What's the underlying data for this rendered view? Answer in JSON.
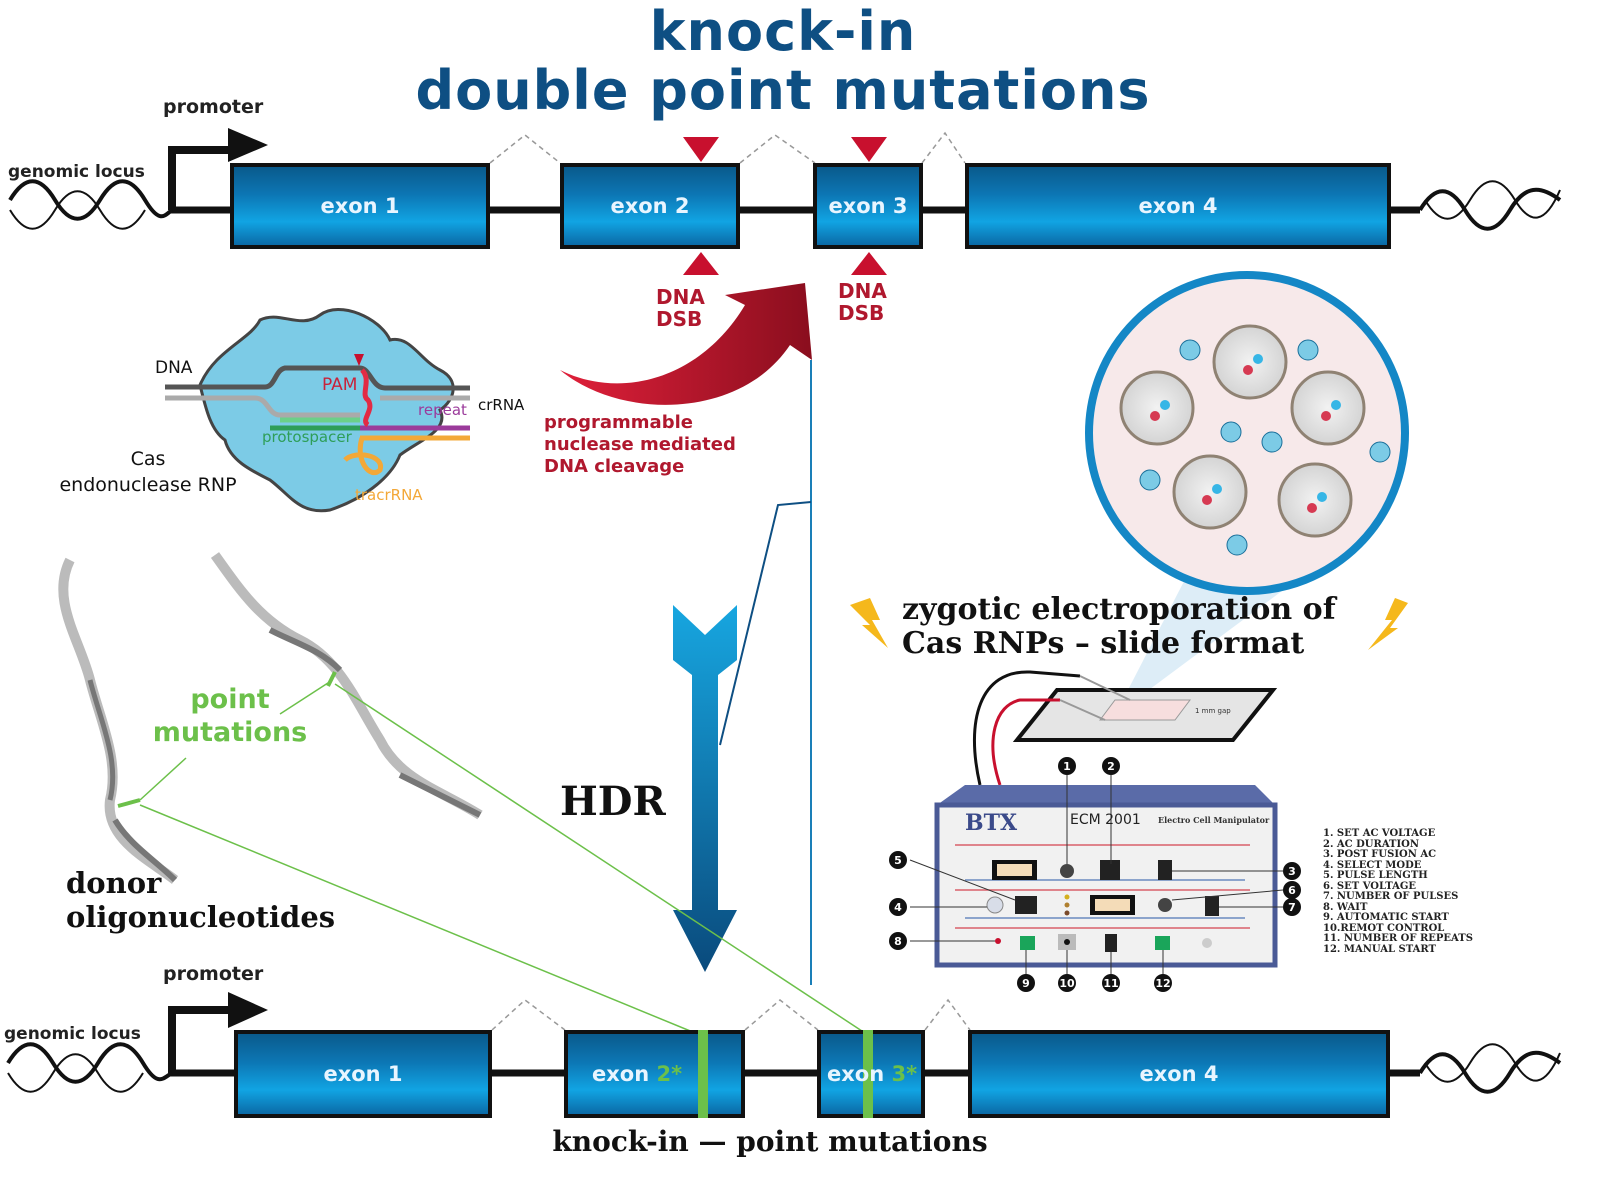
{
  "title": {
    "line1": "knock-in",
    "line2": "double point mutations",
    "color": "#0e4f83"
  },
  "top_gene": {
    "promoter_label": "promoter",
    "locus_label": "genomic locus",
    "exons": [
      "exon 1",
      "exon 2",
      "exon 3",
      "exon 4"
    ],
    "cut_sites": [
      {
        "exon": "exon 2",
        "label_line1": "DNA",
        "label_line2": "DSB"
      },
      {
        "exon": "exon 3",
        "label_line1": "DNA",
        "label_line2": "DSB"
      }
    ]
  },
  "cas_rnp": {
    "dna_label": "DNA",
    "pam_label": "PAM",
    "repeat_label": "repeat",
    "crrna_label": "crRNA",
    "protospacer_label": "protospacer",
    "tracrrna_label": "tracrRNA",
    "name_line1": "Cas",
    "name_line2": "endonuclease RNP"
  },
  "cleavage": {
    "line1": "programmable",
    "line2": "nuclease mediated",
    "line3": "DNA cleavage"
  },
  "donor": {
    "mutations_line1": "point",
    "mutations_line2": "mutations",
    "name_line1": "donor",
    "name_line2": "oligonucleotides"
  },
  "hdr": {
    "label": "HDR"
  },
  "electroporation": {
    "title_line1": "zygotic electroporation of",
    "title_line2": "Cas RNPs – slide format",
    "gap_label": "1 mm gap",
    "device_brand": "BTX",
    "device_model": "ECM 2001",
    "device_name": "Electro Cell Manipulator",
    "callouts": [
      "1",
      "2",
      "3",
      "4",
      "5",
      "6",
      "7",
      "8",
      "9",
      "10",
      "11",
      "12"
    ],
    "legend": [
      "1. SET AC VOLTAGE",
      "2. AC DURATION",
      "3. POST FUSION AC",
      "4. SELECT MODE",
      "5. PULSE LENGTH",
      "6. SET VOLTAGE",
      "7. NUMBER OF PULSES",
      "8. WAIT",
      "9. AUTOMATIC START",
      "10.REMOT CONTROL",
      "11. NUMBER OF REPEATS",
      "12. MANUAL START"
    ]
  },
  "bottom_gene": {
    "promoter_label": "promoter",
    "locus_label": "genomic locus",
    "exons": [
      {
        "name": "exon 1",
        "star": ""
      },
      {
        "name": "exon ",
        "star": "2*"
      },
      {
        "name": "exon ",
        "star": "3*"
      },
      {
        "name": "exon 4",
        "star": ""
      }
    ],
    "caption": "knock-in — point mutations"
  },
  "colors": {
    "exon_blue": "#0c76b4",
    "dsb_red": "#c8102e",
    "mutation_green": "#6cc04a",
    "hdr_arrow": "#0e5a90"
  }
}
